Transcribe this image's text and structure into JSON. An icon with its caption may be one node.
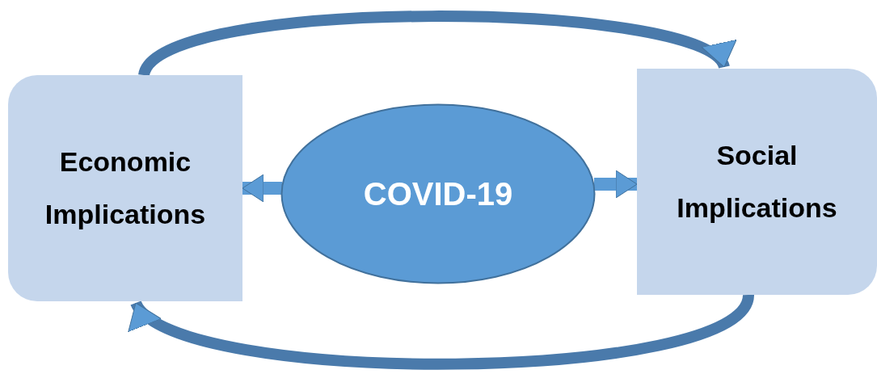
{
  "diagram": {
    "nodes": [
      {
        "text": [
          "Economic Implications"
        ]
      },
      {
        "text": [
          "COVID-19"
        ]
      },
      {
        "text": [
          "Social Implications"
        ]
      }
    ],
    "edges": [
      {
        "from": 1,
        "to": 0,
        "arrow": "to"
      },
      {
        "from": 1,
        "to": 2,
        "arrow": "to"
      },
      {
        "from": 0,
        "to": 2,
        "arrow": "to"
      },
      {
        "from": 2,
        "to": 0,
        "arrow": "to"
      }
    ]
  }
}
